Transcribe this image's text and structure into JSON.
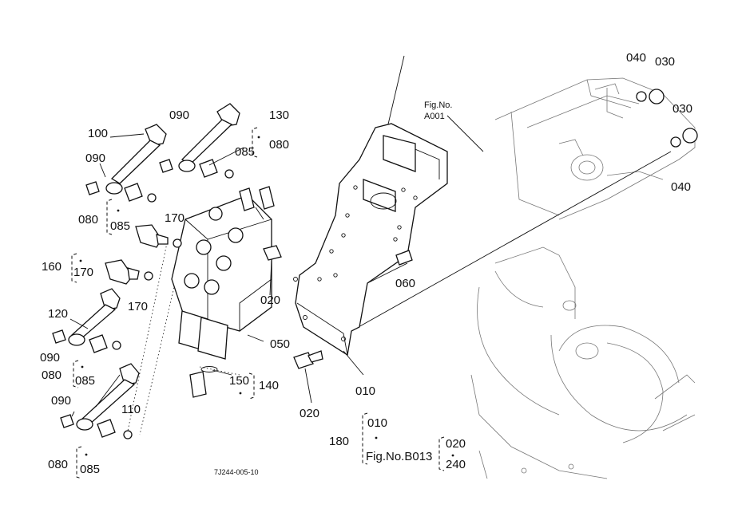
{
  "labels": {
    "p090_top": "090",
    "p130": "130",
    "p100": "100",
    "p085_top": "085",
    "p080_top": "080",
    "p090_left1": "090",
    "p080_left1": "080",
    "p085_left1": "085",
    "p170_a": "170",
    "p160": "160",
    "p170_b": "170",
    "p170_c": "170",
    "p120": "120",
    "p090_left2": "090",
    "p080_left2": "080",
    "p085_left2": "085",
    "p090_left3": "090",
    "p110": "110",
    "p080_left3": "080",
    "p085_left3": "085",
    "p150": "150",
    "p140": "140",
    "p050": "050",
    "p020_a": "020",
    "p020_b": "020",
    "p060": "060",
    "p010_a": "010",
    "p010_b": "010",
    "p180": "180",
    "ref_b013": "Fig.No.B013",
    "p020_c": "020",
    "p240": "240",
    "p040_a": "040",
    "p030_a": "030",
    "p030_b": "030",
    "p040_b": "040",
    "fig_ref_title": "Fig.No.",
    "fig_ref_num": "A001",
    "drawing_code": "7J244-005-10"
  }
}
